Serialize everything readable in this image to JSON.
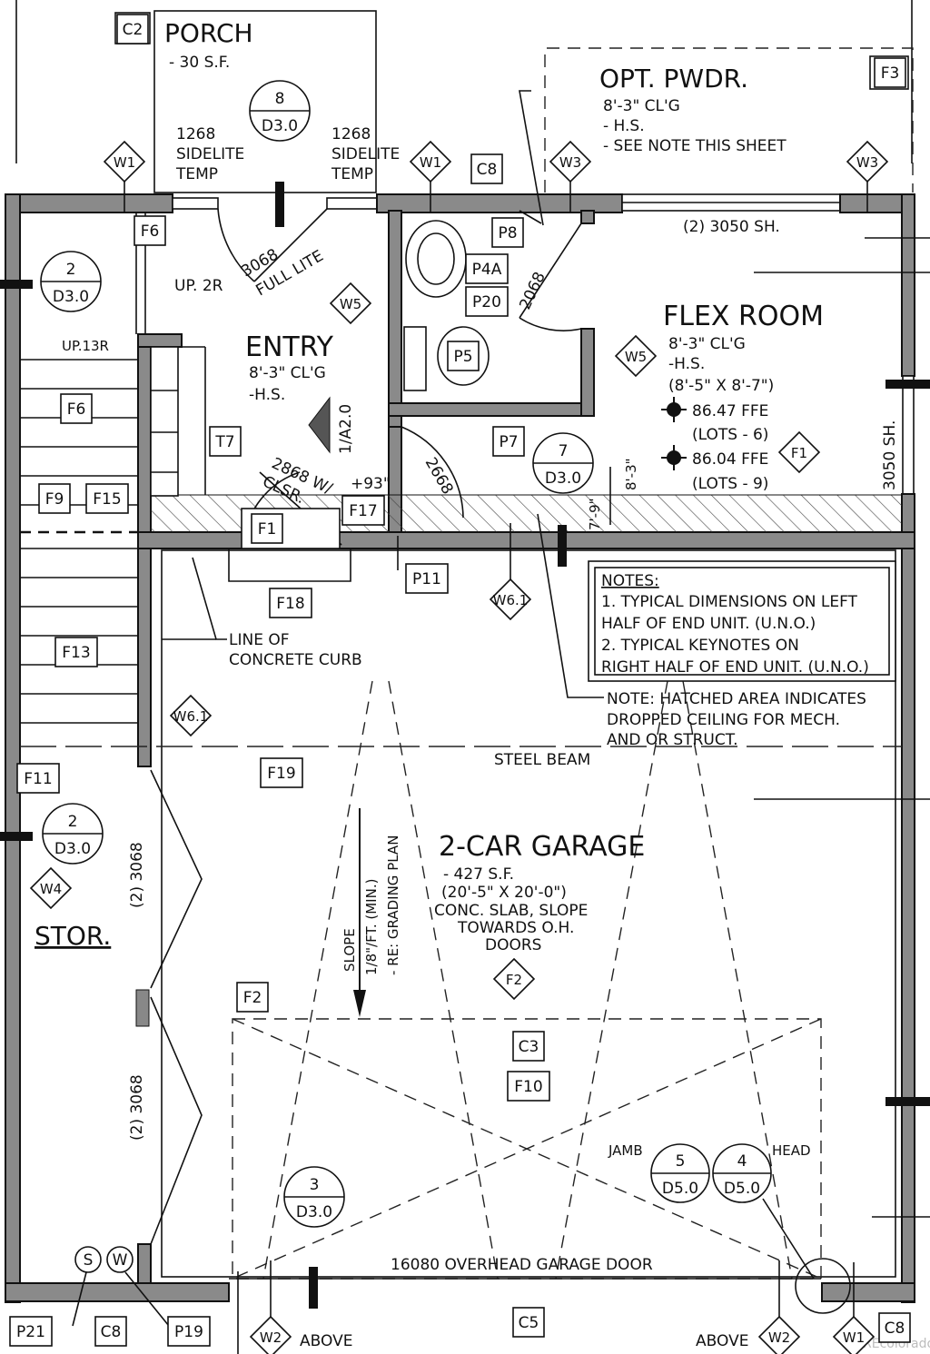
{
  "rooms": {
    "porch": {
      "name": "PORCH",
      "lines": [
        "- 30 S.F."
      ]
    },
    "opt_pwdr": {
      "name": "OPT. PWDR.",
      "lines": [
        "8'-3\" CL'G",
        "- H.S.",
        "- SEE NOTE THIS SHEET"
      ]
    },
    "entry": {
      "name": "ENTRY",
      "lines": [
        "8'-3\" CL'G",
        "-H.S."
      ]
    },
    "flex": {
      "name": "FLEX ROOM",
      "lines": [
        "8'-3\" CL'G",
        "-H.S.",
        "(8'-5\" X 8'-7\")"
      ],
      "ffe": [
        "86.47 FFE",
        "(LOTS - 6)",
        "86.04 FFE",
        "(LOTS - 9)"
      ]
    },
    "garage": {
      "name": "2-CAR GARAGE",
      "lines": [
        "- 427 S.F.",
        "(20'-5\" X 20'-0\")",
        "CONC. SLAB, SLOPE",
        "TOWARDS O.H.",
        "DOORS"
      ]
    },
    "stor": {
      "name": "STOR."
    }
  },
  "notes": {
    "title": "NOTES:",
    "lines": [
      "1.  TYPICAL DIMENSIONS ON LEFT",
      "HALF OF END UNIT. (U.N.O.)",
      "2.  TYPICAL KEYNOTES ON",
      "RIGHT HALF OF END UNIT. (U.N.O.)"
    ],
    "hatch_note": [
      "NOTE: HATCHED AREA INDICATES",
      "DROPPED CEILING FOR MECH.",
      "AND OR STRUCT."
    ]
  },
  "labels": {
    "sidelite_l": [
      "1268",
      "SIDELITE",
      "TEMP"
    ],
    "sidelite_r": [
      "1268",
      "SIDELITE",
      "TEMP"
    ],
    "door_entry": [
      "3068",
      "FULL LITE"
    ],
    "door_pwdr": "2068",
    "door_flex": "2668",
    "closet": [
      "2868 W/",
      "CLSR."
    ],
    "plus93": "+93\"",
    "up2r": "UP. 2R",
    "up13r": "UP.13R",
    "win_flex": "(2) 3050 SH.",
    "win_side": "3050 SH.",
    "curb": [
      "LINE OF",
      "CONCRETE CURB"
    ],
    "steel_beam": "STEEL BEAM",
    "slope": [
      "SLOPE",
      "1/8\"/FT. (MIN.)",
      "- RE: GRADING PLAN"
    ],
    "doors_stor_1": "(2) 3068",
    "doors_stor_2": "(2) 3068",
    "ohd": "16080 OVERHEAD GARAGE DOOR",
    "jamb": "JAMB",
    "head": "HEAD",
    "above_l": "ABOVE",
    "above_r": "ABOVE",
    "dim_83": "8'-3\"",
    "dim_79": "7'-9\"",
    "sec_ref": "1/A2.0",
    "watermark": "REcolorado"
  },
  "tags": [
    "C2",
    "F3",
    "C8",
    "F6",
    "P8",
    "P4A",
    "P20",
    "P5",
    "F6",
    "T7",
    "P7",
    "F9",
    "F15",
    "F1",
    "F17",
    "F18",
    "P11",
    "F13",
    "F11",
    "F19",
    "F2",
    "C3",
    "F10",
    "C5",
    "P21",
    "C8",
    "P19",
    "C8"
  ],
  "diamonds": [
    "W1",
    "W1",
    "W3",
    "W3",
    "W5",
    "W5",
    "F1",
    "W6.1",
    "W6.1",
    "W4",
    "F2",
    "W2",
    "W2",
    "W1"
  ],
  "circles": [
    {
      "num": "8",
      "ref": "D3.0"
    },
    {
      "num": "2",
      "ref": "D3.0"
    },
    {
      "num": "7",
      "ref": "D3.0"
    },
    {
      "num": "2",
      "ref": "D3.0"
    },
    {
      "num": "3",
      "ref": "D3.0"
    },
    {
      "num": "5",
      "ref": "D5.0"
    },
    {
      "num": "4",
      "ref": "D5.0"
    }
  ],
  "fixtures": {
    "s": "S",
    "w": "W"
  }
}
